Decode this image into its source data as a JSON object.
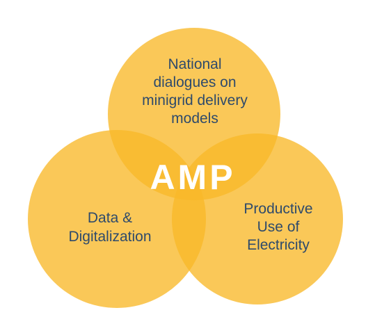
{
  "diagram": {
    "type": "venn",
    "center_label": "AMP",
    "circles": [
      {
        "id": "top",
        "lines": [
          "National",
          "dialogues on",
          "minigrid delivery",
          "models"
        ]
      },
      {
        "id": "left",
        "lines": [
          "Data &",
          "Digitalization"
        ]
      },
      {
        "id": "right",
        "lines": [
          "Productive",
          "Use of",
          "Electricity"
        ]
      }
    ],
    "colors": {
      "circle_fill": "#f9b829",
      "circle_opacity": 0.78,
      "text": "#2e4a6b",
      "center_text": "#ffffff"
    }
  }
}
